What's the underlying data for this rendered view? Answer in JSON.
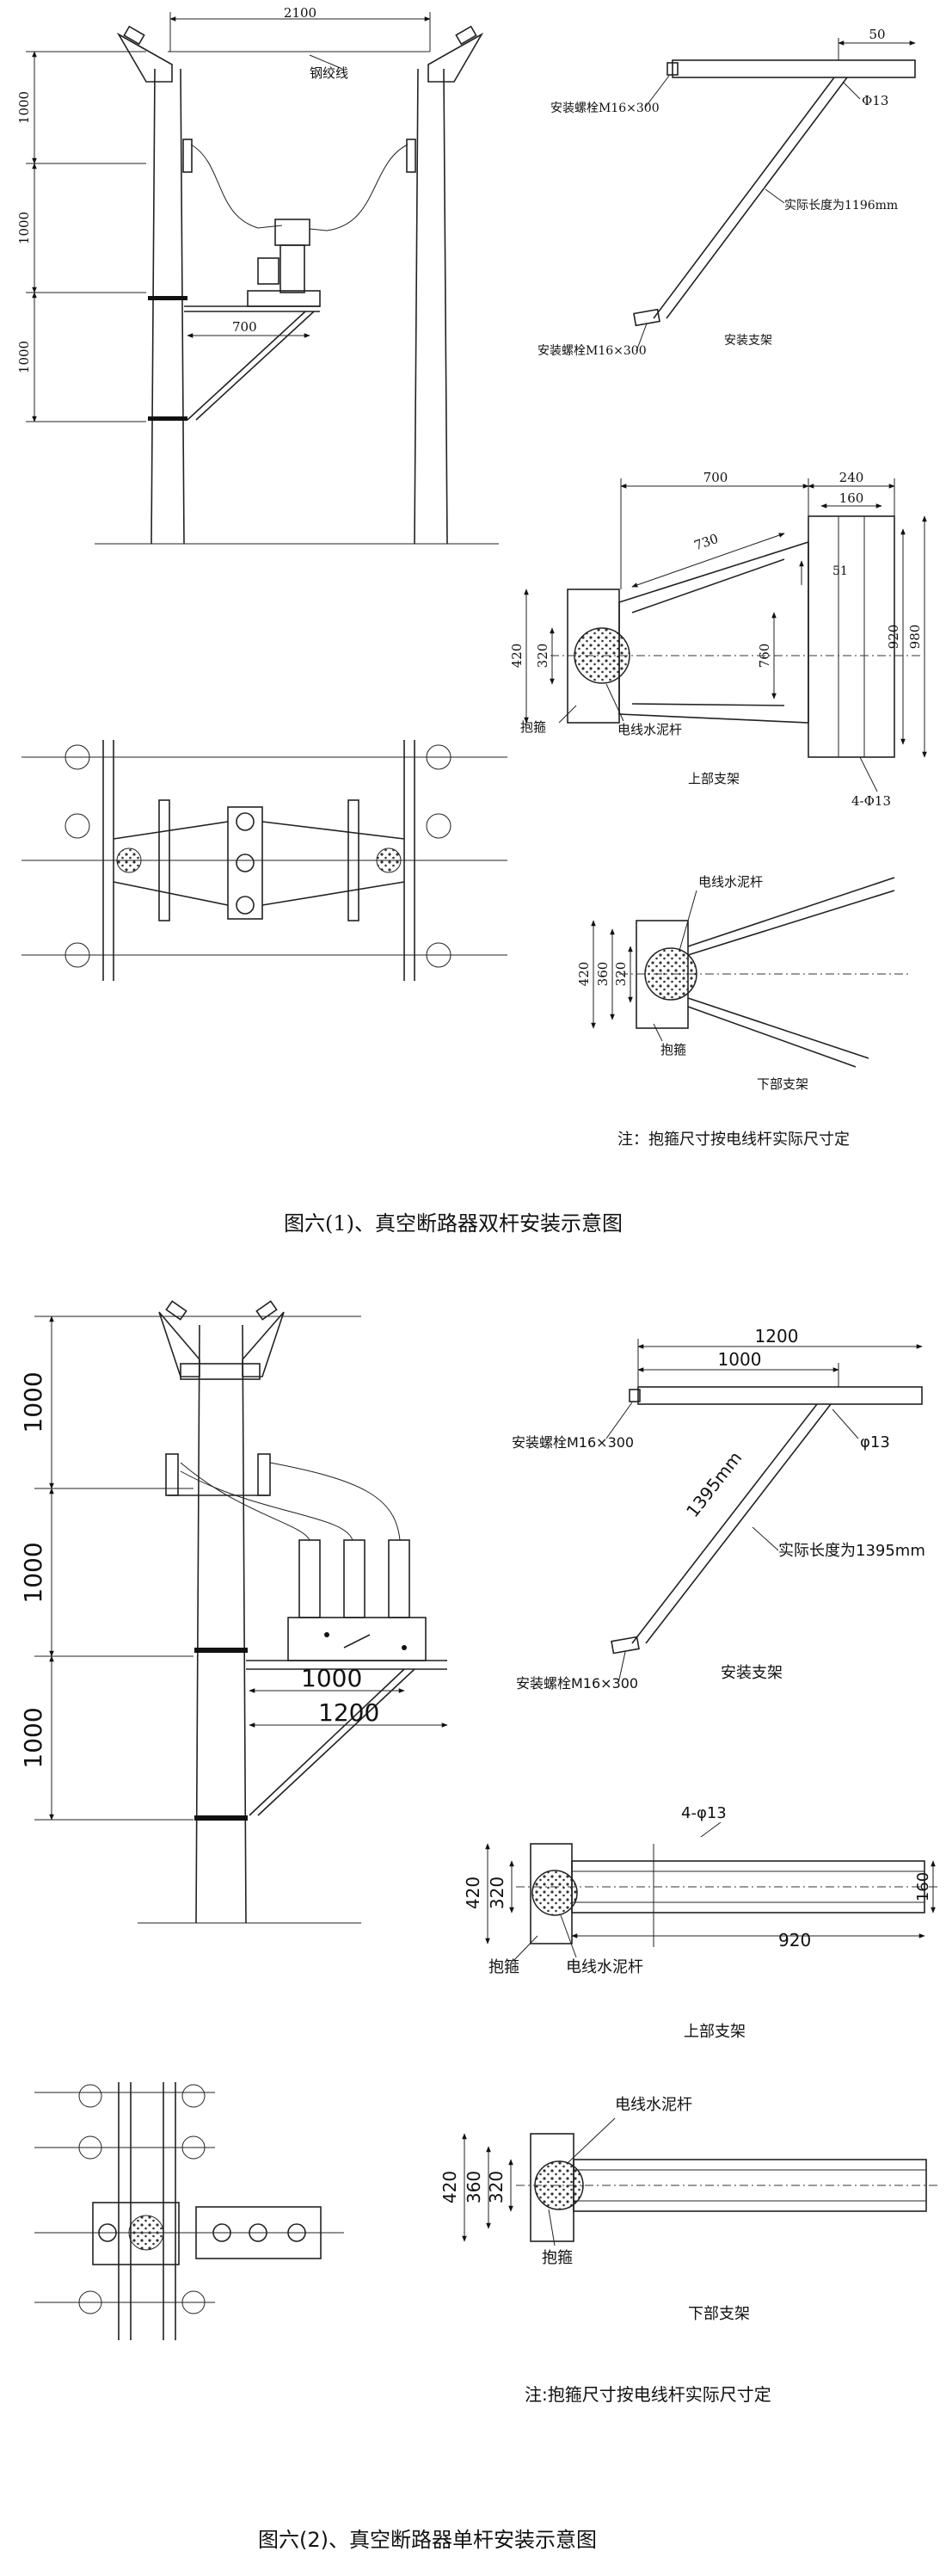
{
  "figure1": {
    "caption": "图六(1)、真空断路器双杆安装示意图",
    "elevation": {
      "span": "2100",
      "wire_label": "钢绞线",
      "h1": "1000",
      "h2": "1000",
      "h3": "1000",
      "arm": "700"
    },
    "bracket": {
      "top_dim": "50",
      "hole": "Φ13",
      "bolt_top": "安装螺栓M16×300",
      "bolt_bottom": "安装螺栓M16×300",
      "length": "实际长度为1196mm",
      "title": "安装支架"
    },
    "upper": {
      "d700": "700",
      "d240": "240",
      "d160": "160",
      "d730": "730",
      "d51": "51",
      "d420": "420",
      "d320": "320",
      "d760": "760",
      "d920": "920",
      "d980": "980",
      "clamp": "抱箍",
      "pole": "电线水泥杆",
      "holes": "4-Φ13",
      "title": "上部支架"
    },
    "lower": {
      "pole": "电线水泥杆",
      "d420": "420",
      "d360": "360",
      "d320": "320",
      "clamp": "抱箍",
      "title": "下部支架"
    },
    "note": "注：抱箍尺寸按电线杆实际尺寸定"
  },
  "figure2": {
    "caption": "图六(2)、真空断路器单杆安装示意图",
    "elevation": {
      "h1": "1000",
      "h2": "1000",
      "h3": "1000",
      "arm1": "1000",
      "arm2": "1200"
    },
    "bracket": {
      "d1200": "1200",
      "d1000": "1000",
      "bolt_top": "安装螺栓M16×300",
      "hole": "φ13",
      "diag": "1395mm",
      "length": "实际长度为1395mm",
      "bolt_bottom": "安装螺栓M16×300",
      "title": "安装支架"
    },
    "upper": {
      "holes": "4-φ13",
      "d420": "420",
      "d320": "320",
      "d160": "160",
      "d920": "920",
      "clamp": "抱箍",
      "pole": "电线水泥杆",
      "title": "上部支架"
    },
    "lower": {
      "pole": "电线水泥杆",
      "d420": "420",
      "d360": "360",
      "d320": "320",
      "clamp": "抱箍",
      "title": "下部支架"
    },
    "note": "注:抱箍尺寸按电线杆实际尺寸定"
  }
}
